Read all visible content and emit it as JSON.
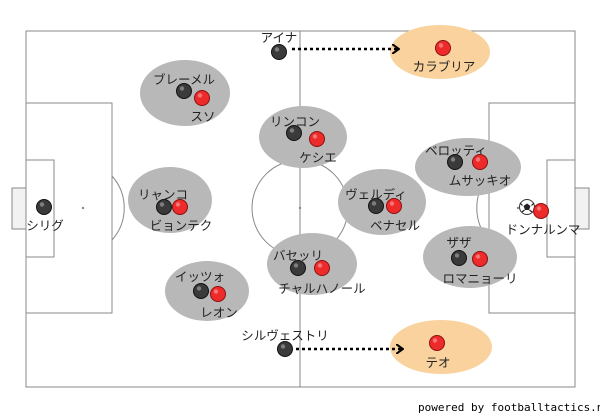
{
  "colors": {
    "pitch_line": "#888888",
    "zone_gray": "#b8b8b8",
    "zone_orange": "#f9d29e",
    "team_dark": "#3a3a3a",
    "team_red": "#ee2b2b"
  },
  "players": [
    {
      "team": "dark",
      "name": "アイナ"
    },
    {
      "team": "red",
      "name": "カラブリア"
    },
    {
      "team": "dark",
      "name": "ブレーメル"
    },
    {
      "team": "red",
      "name": "スソ"
    },
    {
      "team": "dark",
      "name": "リンコン"
    },
    {
      "team": "red",
      "name": "ケシエ"
    },
    {
      "team": "dark",
      "name": "ベロッティ"
    },
    {
      "team": "red",
      "name": "ムサッキオ"
    },
    {
      "team": "dark",
      "name": "シリグ"
    },
    {
      "team": "dark",
      "name": "リャンコ"
    },
    {
      "team": "red",
      "name": "ビョンテク"
    },
    {
      "team": "dark",
      "name": "ヴェルディ"
    },
    {
      "team": "red",
      "name": "ベナセル"
    },
    {
      "team": "red",
      "name": "ドンナルンマ"
    },
    {
      "team": "dark",
      "name": "ザザ"
    },
    {
      "team": "red",
      "name": "ロマニョーリ"
    },
    {
      "team": "dark",
      "name": "バセッリ"
    },
    {
      "team": "red",
      "name": "チャルハノール"
    },
    {
      "team": "dark",
      "name": "イッツォ"
    },
    {
      "team": "red",
      "name": "レオン"
    },
    {
      "team": "dark",
      "name": "シルヴェストリ"
    },
    {
      "team": "red",
      "name": "テオ"
    }
  ],
  "footer": {
    "credit": "powered by footballtactics.net"
  }
}
